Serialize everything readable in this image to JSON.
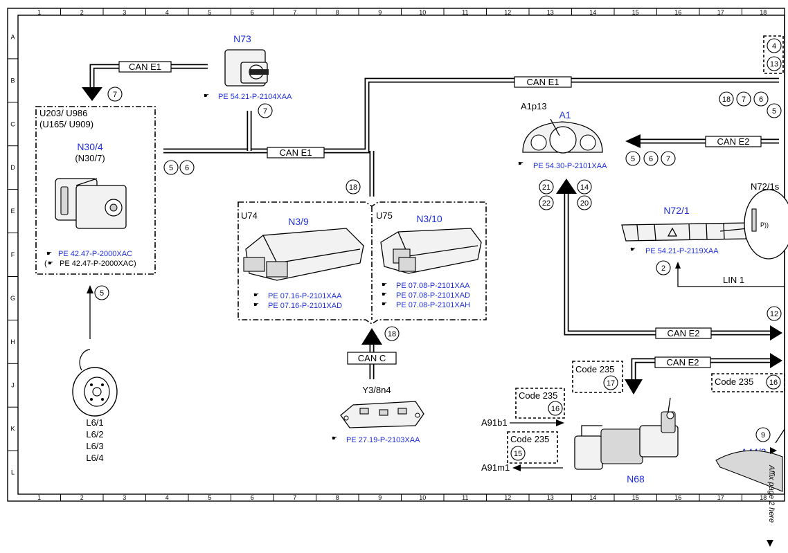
{
  "grid": {
    "columns": [
      "1",
      "2",
      "3",
      "4",
      "5",
      "6",
      "7",
      "8",
      "9",
      "10",
      "11",
      "12",
      "13",
      "14",
      "15",
      "16",
      "17",
      "18"
    ],
    "rows": [
      "A",
      "B",
      "C",
      "D",
      "E",
      "F",
      "G",
      "H",
      "J",
      "K",
      "L"
    ]
  },
  "buses": {
    "can_e1_top_left": "CAN E1",
    "can_e1_mid": "CAN E1",
    "can_e1_top_right": "CAN E1",
    "can_e2_cluster": "CAN E2",
    "can_e2_lower": "CAN E2",
    "can_e2_code": "CAN E2",
    "can_c": "CAN C",
    "lin1": "LIN 1"
  },
  "components": {
    "abs_group_title1": "U203/ U986",
    "abs_group_title2": "(U165/ U909)",
    "n30_4": "N30/4",
    "n30_7": "(N30/7)",
    "n30_ref1": "PE 42.47-P-2000XAC",
    "n30_ref2_prefix": "(",
    "n30_ref2": "PE 42.47-P-2000XAC)",
    "n73": "N73",
    "n73_ref": "PE 54.21-P-2104XAA",
    "u74": "U74",
    "n3_9": "N3/9",
    "n3_9_ref1": "PE 07.16-P-2101XAA",
    "n3_9_ref2": "PE 07.16-P-2101XAD",
    "u75": "U75",
    "n3_10": "N3/10",
    "n3_10_ref1": "PE 07.08-P-2101XAA",
    "n3_10_ref2": "PE 07.08-P-2101XAD",
    "n3_10_ref3": "PE 07.08-P-2101XAH",
    "a1p13": "A1p13",
    "a1": "A1",
    "a1_ref": "PE 54.30-P-2101XAA",
    "n72_1": "N72/1",
    "n72_1s": "N72/1s",
    "n72_ref": "PE 54.21-P-2119XAA",
    "y3_8n4": "Y3/8n4",
    "y3_ref": "PE 27.19-P-2103XAA",
    "wheel_sensors": [
      "L6/1",
      "L6/2",
      "L6/3",
      "L6/4"
    ],
    "code_235": "Code 235",
    "a91b1": "A91b1",
    "a91m1": "A91m1",
    "n68": "N68",
    "a44_3": "A44/3",
    "side_note": "Affix page 2 here"
  },
  "circles": {
    "c7a": "7",
    "c7b": "7",
    "c5a": "5",
    "c6a": "6",
    "c5b": "5",
    "c18a": "18",
    "c18b": "18",
    "c18c": "18",
    "c7c": "7",
    "c6b": "6",
    "c5c": "5",
    "c4": "4",
    "c13": "13",
    "c5d": "5",
    "c6c": "6",
    "c7d": "7",
    "c21": "21",
    "c22": "22",
    "c14": "14",
    "c20": "20",
    "c2": "2",
    "c12": "12",
    "c17": "17",
    "c16a": "16",
    "c16b": "16",
    "c15": "15",
    "c9": "9"
  }
}
